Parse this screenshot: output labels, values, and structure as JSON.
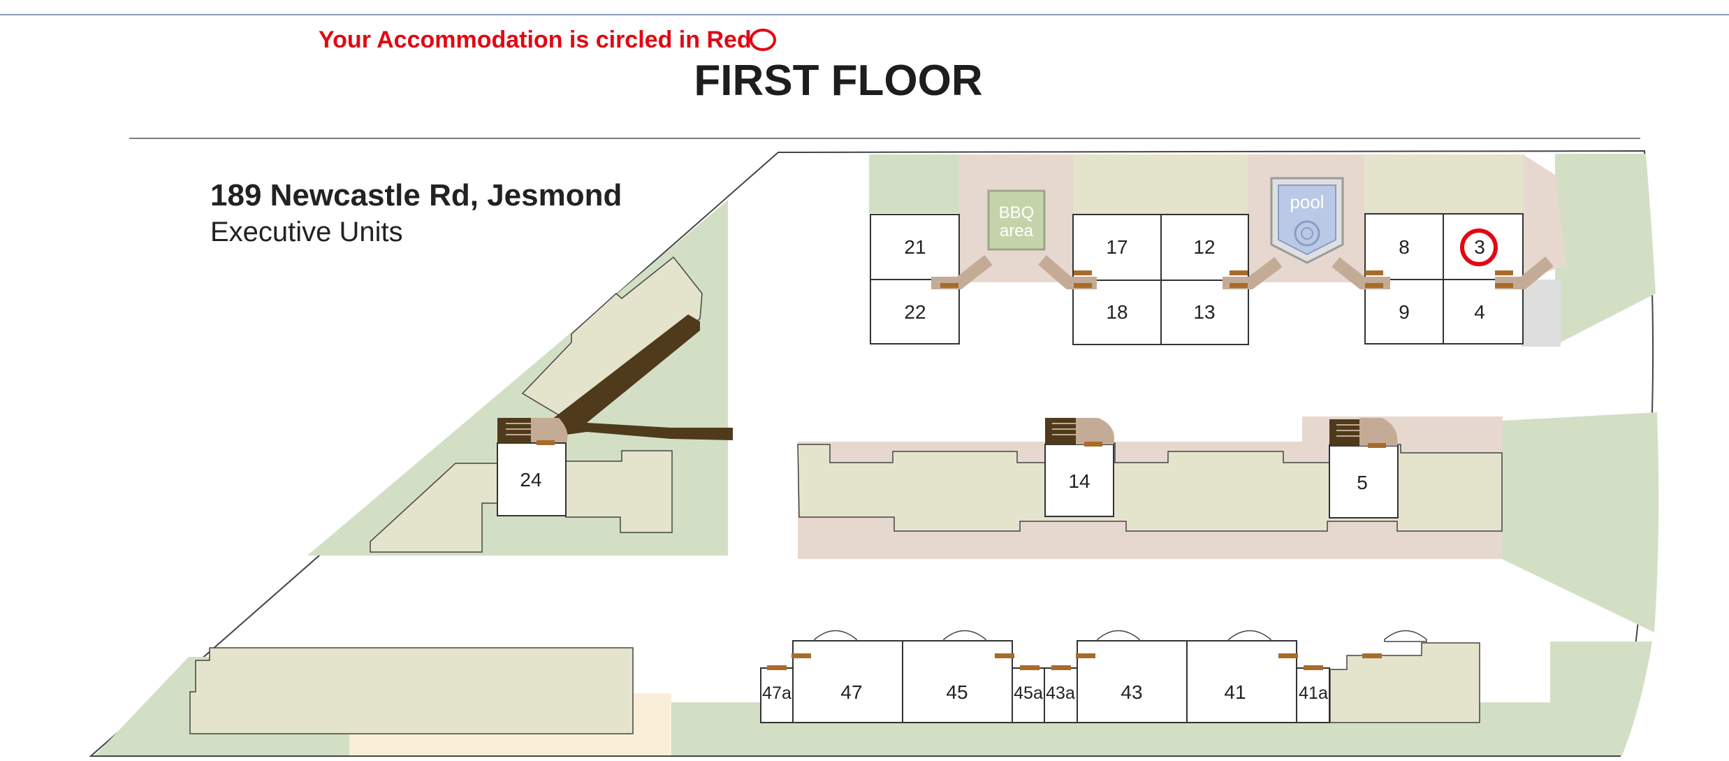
{
  "notice": {
    "text": "Your Accommodation is circled in Red"
  },
  "floor_title": "FIRST FLOOR",
  "address": {
    "line1": "189 Newcastle Rd, Jesmond",
    "line2": "Executive Units"
  },
  "amenities": {
    "bbq_line1": "BBQ",
    "bbq_line2": "area",
    "pool": "pool"
  },
  "units": {
    "u21": "21",
    "u22": "22",
    "u17": "17",
    "u12": "12",
    "u18": "18",
    "u13": "13",
    "u8": "8",
    "u3": "3",
    "u9": "9",
    "u4": "4",
    "u24": "24",
    "u14": "14",
    "u5": "5",
    "u47a": "47a",
    "u47": "47",
    "u45": "45",
    "u45a": "45a",
    "u43a": "43a",
    "u43": "43",
    "u41": "41",
    "u41a": "41a"
  },
  "highlighted_unit": "3",
  "colors": {
    "highlight": "#e30613",
    "lawn": "#d3dfc4",
    "building": "#e4e3cc",
    "paving": "#e7d8cf",
    "bbq": "#c5d3ab",
    "pool": "#b9c9e6",
    "walkway": "#c3ab96",
    "stair": "#4f3a1c",
    "door": "#a86b2a",
    "sand": "#fbeed8"
  }
}
